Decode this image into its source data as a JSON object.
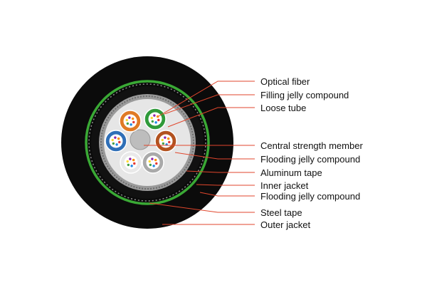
{
  "labels": [
    "Optical fiber",
    "Filling jelly compound",
    "Loose tube",
    "Central strength member",
    "Flooding jelly compound",
    "Aluminum tape",
    "Inner jacket",
    "Flooding jelly compound",
    "Steel tape",
    "Outer jacket"
  ],
  "colors": {
    "outer_jacket": "#0b0b0b",
    "steel_tape": "#3aa935",
    "leader_line": "#e0462c",
    "loose_tube_orange": "#e07a25",
    "loose_tube_green": "#2f9a3a",
    "loose_tube_brown": "#b2521f",
    "loose_tube_blue": "#2f6fb7",
    "loose_tube_white": "#e9e9e9",
    "loose_tube_gray": "#a9a9a9",
    "central_member": "#bdbdbd",
    "inner_fill": "#dcdcdc"
  }
}
